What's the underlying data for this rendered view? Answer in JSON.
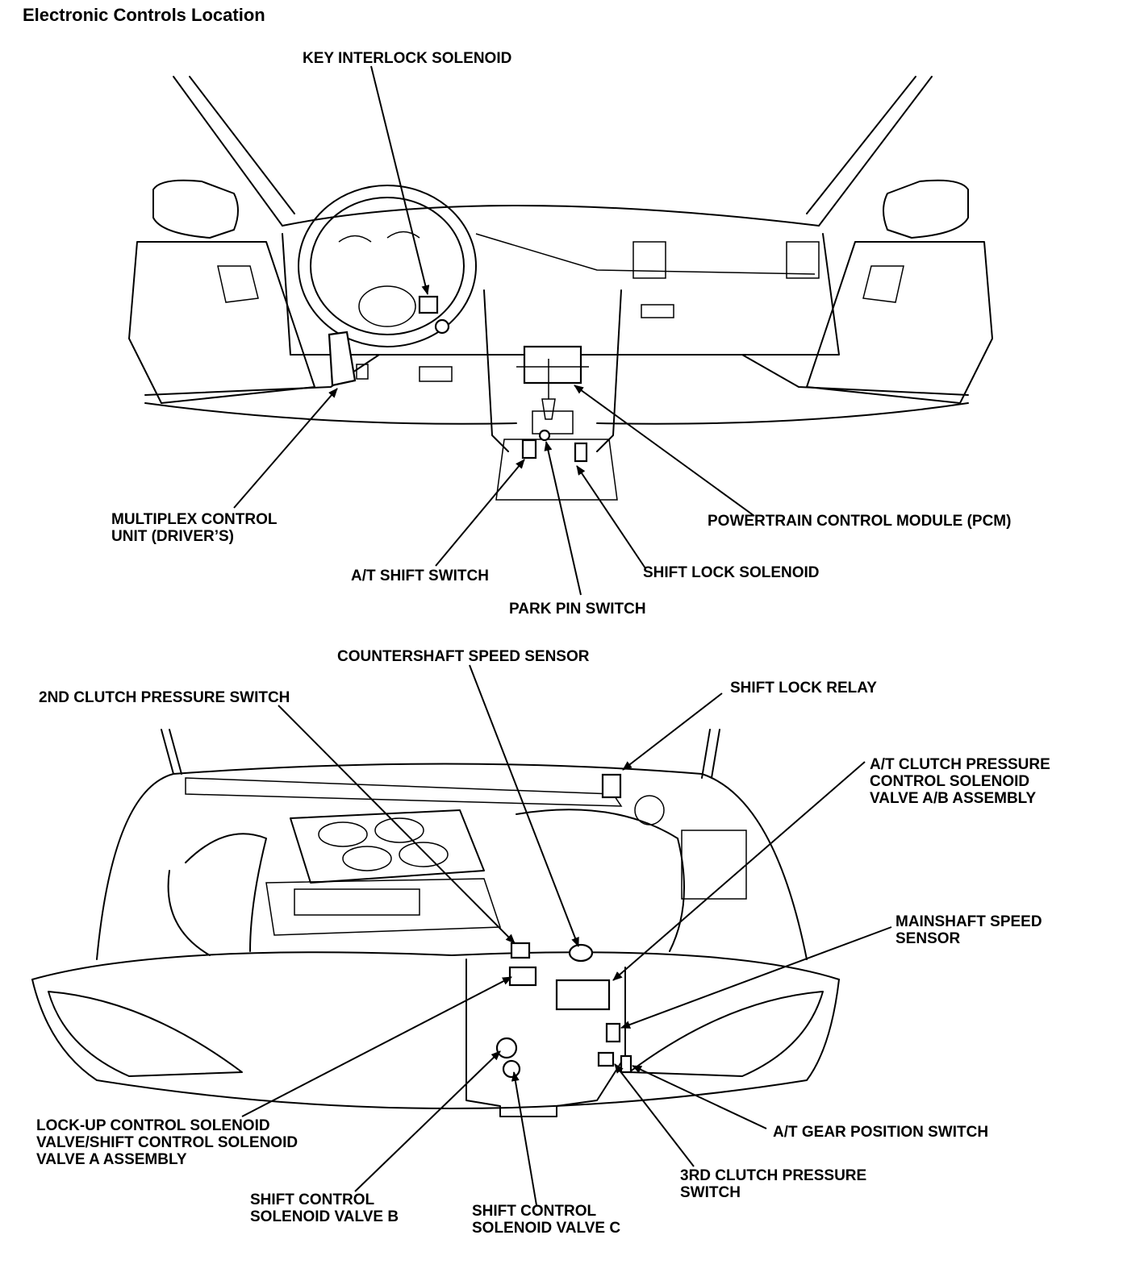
{
  "title": "Electronic Controls Location",
  "interior": {
    "key_interlock_solenoid": "KEY INTERLOCK SOLENOID",
    "multiplex_line1": "MULTIPLEX CONTROL",
    "multiplex_line2": "UNIT (DRIVER’S)",
    "pcm": "POWERTRAIN CONTROL MODULE (PCM)",
    "at_shift_switch": "A/T SHIFT SWITCH",
    "shift_lock_solenoid": "SHIFT LOCK SOLENOID",
    "park_pin_switch": "PARK PIN SWITCH"
  },
  "engine": {
    "countershaft_speed_sensor": "COUNTERSHAFT SPEED SENSOR",
    "second_clutch_pressure_switch": "2ND CLUTCH PRESSURE SWITCH",
    "shift_lock_relay": "SHIFT LOCK RELAY",
    "at_clutch_line1": "A/T CLUTCH PRESSURE",
    "at_clutch_line2": "CONTROL SOLENOID",
    "at_clutch_line3": "VALVE A/B ASSEMBLY",
    "mainshaft_line1": "MAINSHAFT SPEED",
    "mainshaft_line2": "SENSOR",
    "lockup_line1": "LOCK-UP CONTROL SOLENOID",
    "lockup_line2": "VALVE/SHIFT CONTROL SOLENOID",
    "lockup_line3": "VALVE A ASSEMBLY",
    "at_gear_position_switch": "A/T GEAR POSITION SWITCH",
    "third_clutch_line1": "3RD CLUTCH PRESSURE",
    "third_clutch_line2": "SWITCH",
    "valve_b_line1": "SHIFT CONTROL",
    "valve_b_line2": "SOLENOID VALVE B",
    "valve_c_line1": "SHIFT CONTROL",
    "valve_c_line2": "SOLENOID VALVE C"
  }
}
